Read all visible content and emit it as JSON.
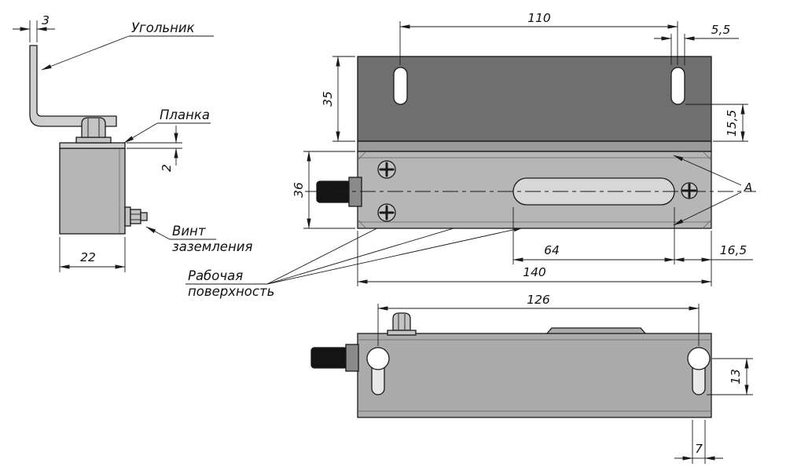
{
  "drawing_labels": {
    "angle_bracket": "Угольник",
    "plate": "Планка",
    "ground_screw_line1": "Винт",
    "ground_screw_line2": "заземления",
    "working_surface_line1": "Рабочая",
    "working_surface_line2": "поверхность",
    "surface_mark": "А"
  },
  "dimensions": {
    "angle_thickness": "3",
    "slot_spacing": "110",
    "slot_width": "5,5",
    "bracket_height": "35",
    "slot_bottom_offset": "15,5",
    "plate_thickness": "2",
    "side_depth": "22",
    "body_width": "36",
    "window_length": "64",
    "window_offset": "16,5",
    "body_length": "140",
    "hole_spacing": "126",
    "hole_slot_length": "13",
    "slot_width_bottom": "7"
  },
  "colors": {
    "bracket_dark": "#6f6f6f",
    "bracket_band": "#9a9a9a",
    "body_light": "#b6b6b6",
    "front_body": "#ababab",
    "side_metal": "#cfcfcf",
    "hardware": "#c4c4c4",
    "window_face": "#d7d7d7",
    "hole_white": "#ffffff",
    "slot_face": "#e8e8e8",
    "cable_black": "#141414",
    "gland_gray": "#8a8a8a"
  }
}
